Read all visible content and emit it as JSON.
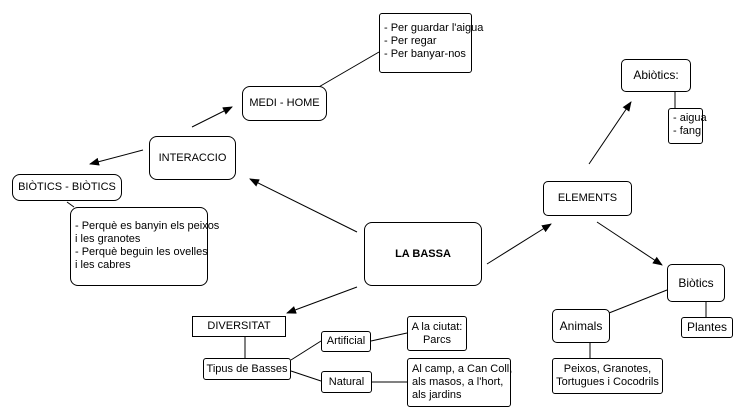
{
  "nodes": {
    "la_bassa": "LA BASSA",
    "interaccio": "INTERACCIO",
    "medi_home": "MEDI - HOME",
    "medi_home_list": [
      "- Per guardar l'aigua",
      "- Per regar",
      "- Per banyar-nos"
    ],
    "biotics_biotics": "BIÒTICS - BIÒTICS",
    "biotics_biotics_list": [
      "- Perquè es banyin els peixos",
      "i les granotes",
      "- Perquè beguin les ovelles",
      "i les cabres"
    ],
    "elements": "ELEMENTS",
    "abiotics": "Abiòtics:",
    "abiotics_list": [
      "- aigua",
      "- fang"
    ],
    "biotics": "Biòtics",
    "animals": "Animals",
    "plantes": "Plantes",
    "animals_list": [
      "Peixos, Granotes,",
      "Tortugues i Cocodrils"
    ],
    "diversitat": "DIVERSITAT",
    "tipus_basses": "Tipus de Basses",
    "artificial": "Artificial",
    "natural": "Natural",
    "ciutat": [
      "A la ciutat:",
      "Parcs"
    ],
    "camp": [
      "Al camp, a Can Coll,",
      "als masos, a l'hort,",
      "als jardins"
    ]
  }
}
